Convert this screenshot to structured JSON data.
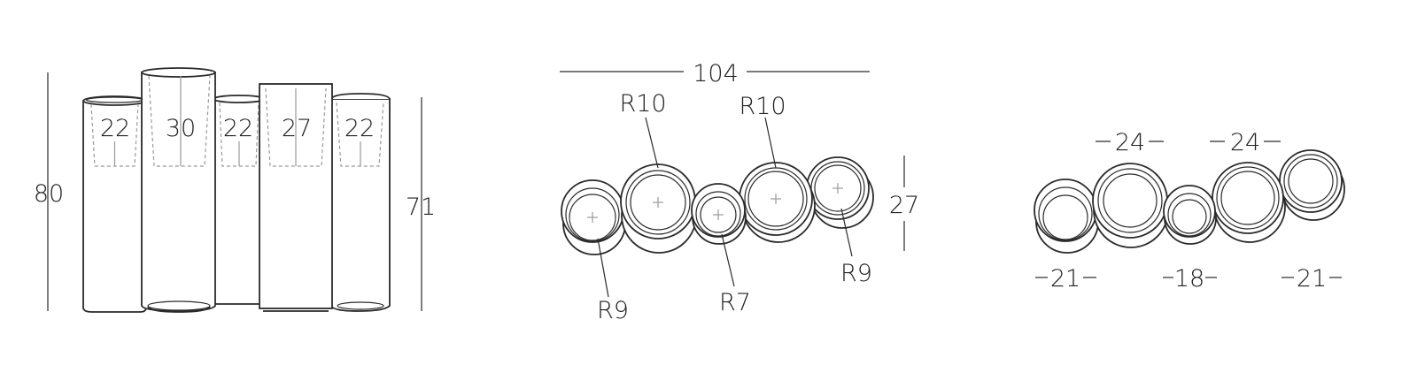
{
  "front_view": {
    "height_total": "80",
    "height_front": "71",
    "diameters": [
      "22",
      "30",
      "22",
      "27",
      "22"
    ]
  },
  "top_view": {
    "width_total": "104",
    "height_total": "27",
    "radii": {
      "r9_left": "R9",
      "r10_left": "R10",
      "r7": "R7",
      "r10_right": "R10",
      "r9_right": "R9"
    }
  },
  "bottom_view": {
    "top_dims": [
      "24",
      "24"
    ],
    "bottom_dims": [
      "21",
      "18",
      "21"
    ]
  }
}
